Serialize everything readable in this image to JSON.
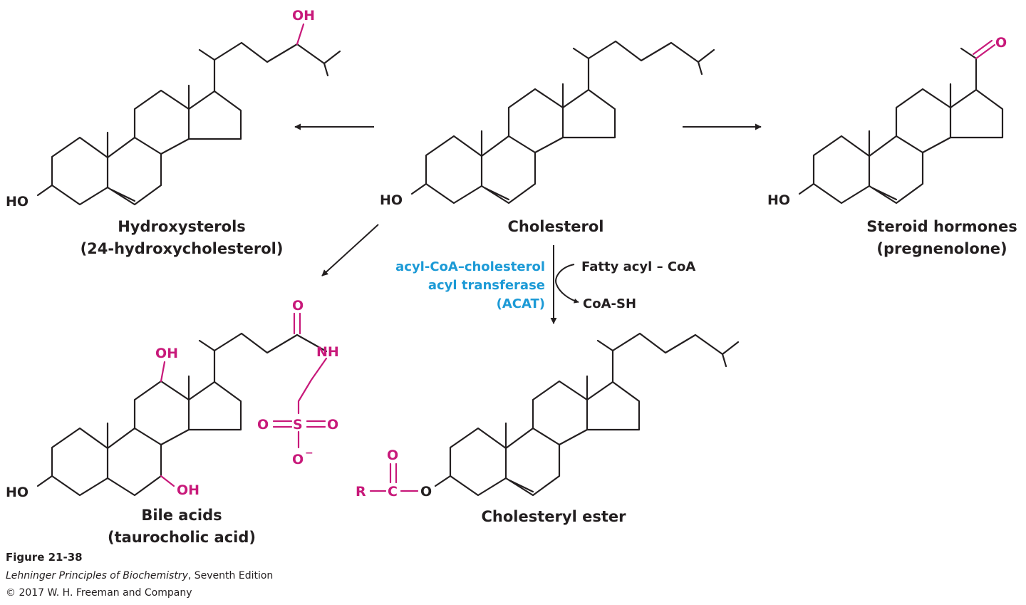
{
  "colors": {
    "ink": "#231f20",
    "highlight": "#c8197a",
    "enzyme": "#1c9ad6"
  },
  "compounds": {
    "cholesterol": {
      "name": "Cholesterol",
      "ho": "HO"
    },
    "hydroxysterol": {
      "name": "Hydroxysterols",
      "example": "(24-hydroxycholesterol)",
      "ho": "HO",
      "oh": "OH"
    },
    "steroid": {
      "name": "Steroid hormones",
      "example": "(pregnenolone)",
      "ho": "HO",
      "o": "O"
    },
    "bile": {
      "name": "Bile acids",
      "example": "(taurocholic acid)",
      "ho": "HO",
      "oh12": "OH",
      "oh7": "OH",
      "o_amide": "O",
      "nh": "NH",
      "s": "S",
      "o_left": "O",
      "o_right": "O",
      "o_minus": "O",
      "minus": "−"
    },
    "ester": {
      "name": "Cholesteryl ester",
      "r": "R",
      "c": "C",
      "o_carbonyl": "O",
      "o_link": "O"
    }
  },
  "reaction": {
    "enzyme_line1": "acyl-CoA–cholesterol",
    "enzyme_line2": "acyl transferase",
    "enzyme_line3": "(ACAT)",
    "cofactor_in": "Fatty acyl – CoA",
    "cofactor_out": "CoA-SH"
  },
  "caption": {
    "figure": "Figure 21-38",
    "book_title": "Lehninger Principles of Biochemistry",
    "edition": ", Seventh Edition",
    "copyright": "© 2017 W. H. Freeman and Company"
  }
}
